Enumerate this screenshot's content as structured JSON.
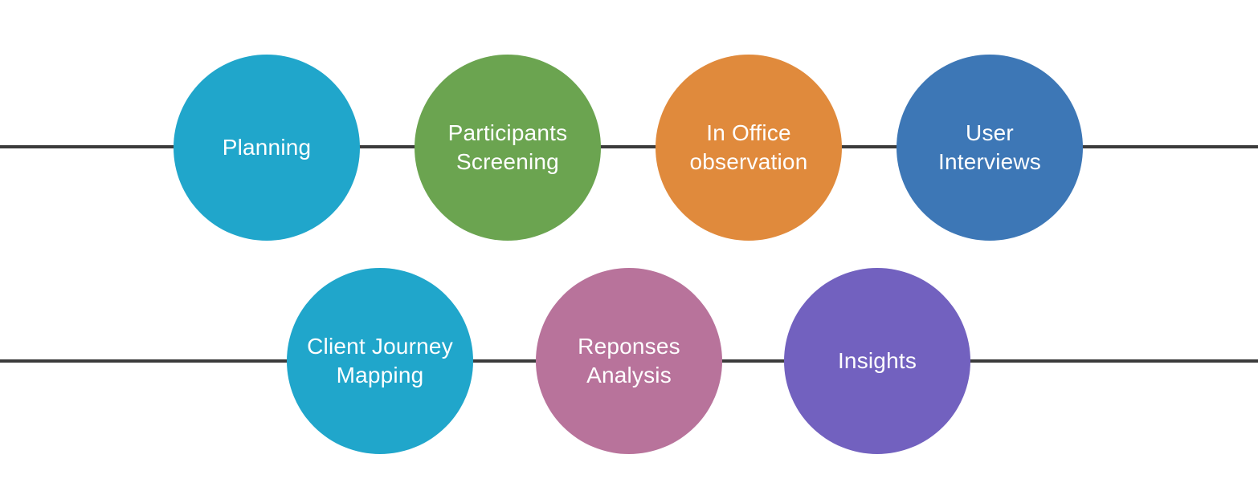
{
  "diagram": {
    "background_color": "#ffffff",
    "line_color": "#3b3b3b",
    "text_color": "#ffffff",
    "rows": [
      {
        "nodes": [
          {
            "label": "Planning",
            "lines": [
              "Planning",
              ""
            ],
            "color": "#20a6cb"
          },
          {
            "label": "Participants Screening",
            "lines": [
              "Participants",
              "Screening"
            ],
            "color": "#6ba450"
          },
          {
            "label": "In Office observation",
            "lines": [
              "In Office",
              "observation"
            ],
            "color": "#e08a3c"
          },
          {
            "label": "User Interviews",
            "lines": [
              "User",
              "Interviews"
            ],
            "color": "#3d77b6"
          }
        ]
      },
      {
        "nodes": [
          {
            "label": "Client Journey Mapping",
            "lines": [
              "Client Journey",
              "Mapping"
            ],
            "color": "#20a6cb"
          },
          {
            "label": "Reponses Analysis",
            "lines": [
              "Reponses",
              "Analysis"
            ],
            "color": "#b8739b"
          },
          {
            "label": "Insights",
            "lines": [
              "Insights",
              ""
            ],
            "color": "#7261bf"
          }
        ]
      }
    ]
  }
}
